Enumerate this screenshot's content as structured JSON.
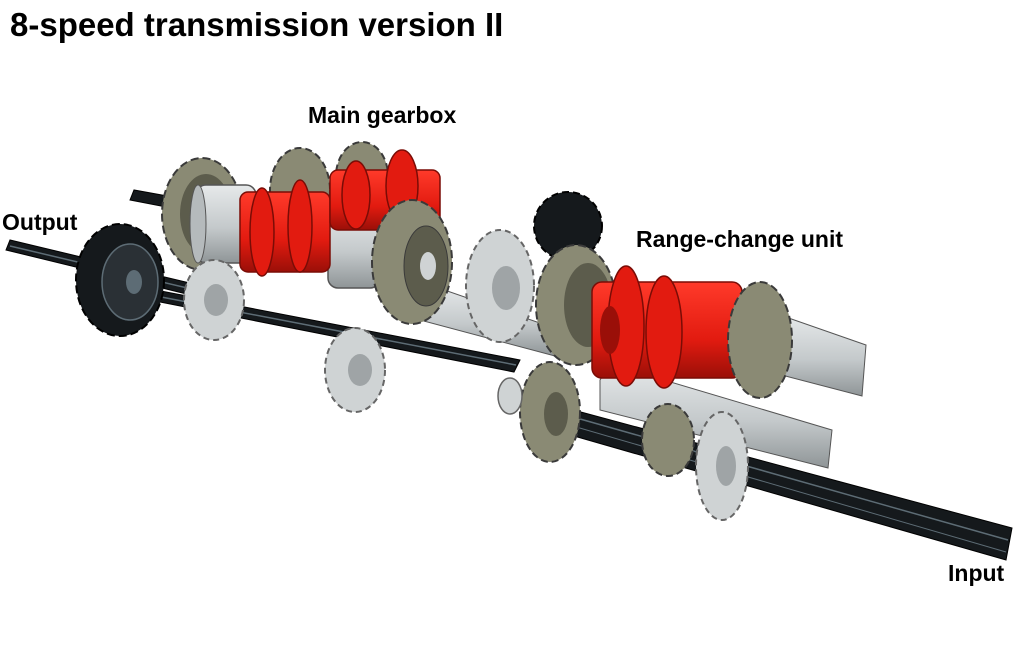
{
  "diagram": {
    "title": "8-speed transmission version II",
    "labels": {
      "main_gearbox": "Main gearbox",
      "output": "Output",
      "range_change_unit": "Range-change unit",
      "input": "Input"
    }
  },
  "colors": {
    "axle_black": "#15191c",
    "axle_highlight": "#5d6c75",
    "gear_dark_tan": "#8a8a74",
    "gear_dark_tan_shade": "#5c5c4c",
    "gear_light_grey": "#cfd3d4",
    "gear_light_grey_shade": "#9fa4a6",
    "clutch_red": "#e21b10",
    "clutch_red_shade": "#9a0f08",
    "outline": "#3a3a3a"
  }
}
